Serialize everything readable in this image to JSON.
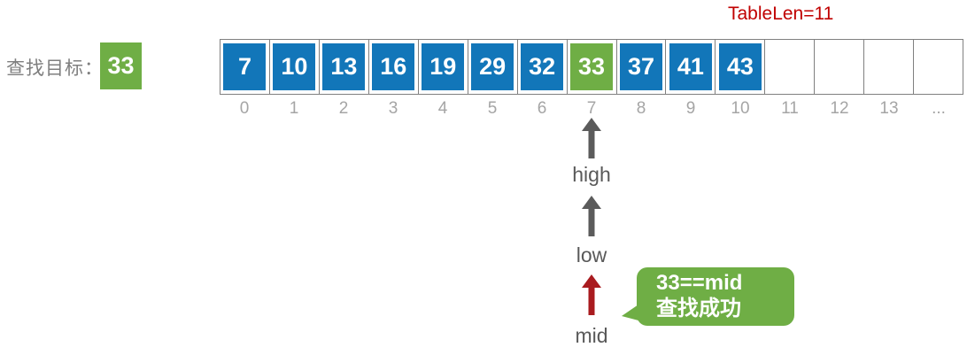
{
  "colors": {
    "blue": "#1276b9",
    "green": "#6fae45",
    "red-text": "#c00000",
    "red-arrow": "#a91b1f",
    "gray-arrow": "#5b5b5b",
    "gray-label": "#595959",
    "gray-index": "#a5a5a5",
    "gray-text": "#7f7f7f",
    "border": "#808080"
  },
  "target": {
    "label": "查找目标：",
    "value": "33"
  },
  "table_len": "TableLen=11",
  "array": {
    "cells": [
      {
        "value": "7",
        "state": "normal"
      },
      {
        "value": "10",
        "state": "normal"
      },
      {
        "value": "13",
        "state": "normal"
      },
      {
        "value": "16",
        "state": "normal"
      },
      {
        "value": "19",
        "state": "normal"
      },
      {
        "value": "29",
        "state": "normal"
      },
      {
        "value": "32",
        "state": "normal"
      },
      {
        "value": "33",
        "state": "highlight"
      },
      {
        "value": "37",
        "state": "normal"
      },
      {
        "value": "41",
        "state": "normal"
      },
      {
        "value": "43",
        "state": "normal"
      },
      {
        "value": "",
        "state": "empty"
      },
      {
        "value": "",
        "state": "empty"
      },
      {
        "value": "",
        "state": "empty"
      },
      {
        "value": "",
        "state": "empty"
      }
    ],
    "indices": [
      "0",
      "1",
      "2",
      "3",
      "4",
      "5",
      "6",
      "7",
      "8",
      "9",
      "10",
      "11",
      "12",
      "13",
      "..."
    ]
  },
  "pointers": {
    "high": {
      "label": "high"
    },
    "low": {
      "label": "low"
    },
    "mid": {
      "label": "mid"
    }
  },
  "bubble": {
    "line1": "33==mid",
    "line2": "查找成功"
  }
}
